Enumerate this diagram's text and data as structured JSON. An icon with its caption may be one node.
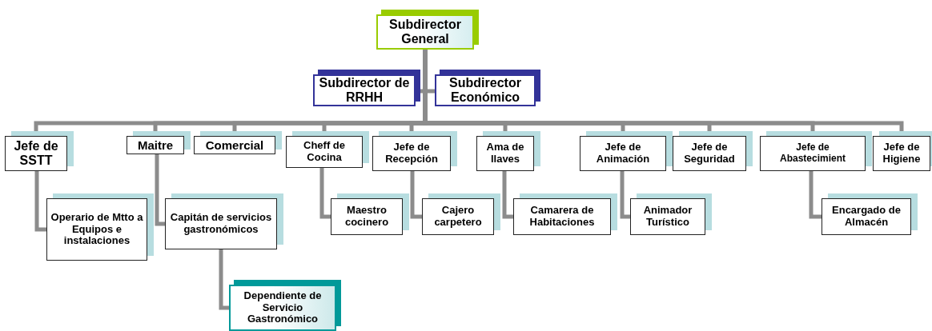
{
  "diagram": {
    "nodes": [
      {
        "text": [
          "Subdirector General"
        ]
      },
      {
        "text": [
          "Subdirector de RRHH"
        ]
      },
      {
        "text": [
          "Subdirector Económico"
        ]
      },
      {
        "text": [
          "Jefe de SSTT"
        ]
      },
      {
        "text": [
          "Maitre"
        ]
      },
      {
        "text": [
          "Comercial"
        ]
      },
      {
        "text": [
          "Cheff de Cocina"
        ]
      },
      {
        "text": [
          "Jefe de Recepción"
        ]
      },
      {
        "text": [
          "Ama de llaves"
        ]
      },
      {
        "text": [
          "Jefe de Animación"
        ]
      },
      {
        "text": [
          "Jefe de Seguridad"
        ]
      },
      {
        "text": [
          "Jefe de Abastecimient"
        ]
      },
      {
        "text": [
          "Jefe de Higiene"
        ]
      },
      {
        "text": [
          "Operario de Mtto a Equipos e instalaciones"
        ]
      },
      {
        "text": [
          "Capitán de servicios gastronómicos"
        ]
      },
      {
        "text": [
          "Dependiente de Servicio Gastronómico"
        ]
      },
      {
        "text": [
          "Maestro cocinero"
        ]
      },
      {
        "text": [
          "Cajero carpetero"
        ]
      },
      {
        "text": [
          "Camarera de Habitaciones"
        ]
      },
      {
        "text": [
          "Animador Turístico"
        ]
      },
      {
        "text": [
          "Encargado de Almacén"
        ]
      }
    ],
    "edges": [
      {
        "from": 0,
        "to": 1,
        "arrow": "none"
      },
      {
        "from": 0,
        "to": 2,
        "arrow": "none"
      },
      {
        "from": 0,
        "to": 3,
        "arrow": "none"
      },
      {
        "from": 0,
        "to": 4,
        "arrow": "none"
      },
      {
        "from": 0,
        "to": 5,
        "arrow": "none"
      },
      {
        "from": 0,
        "to": 6,
        "arrow": "none"
      },
      {
        "from": 0,
        "to": 7,
        "arrow": "none"
      },
      {
        "from": 0,
        "to": 8,
        "arrow": "none"
      },
      {
        "from": 0,
        "to": 9,
        "arrow": "none"
      },
      {
        "from": 0,
        "to": 10,
        "arrow": "none"
      },
      {
        "from": 0,
        "to": 11,
        "arrow": "none"
      },
      {
        "from": 0,
        "to": 12,
        "arrow": "none"
      },
      {
        "from": 3,
        "to": 13,
        "arrow": "none"
      },
      {
        "from": 4,
        "to": 14,
        "arrow": "none"
      },
      {
        "from": 14,
        "to": 15,
        "arrow": "none"
      },
      {
        "from": 6,
        "to": 16,
        "arrow": "none"
      },
      {
        "from": 7,
        "to": 17,
        "arrow": "none"
      },
      {
        "from": 8,
        "to": 18,
        "arrow": "none"
      },
      {
        "from": 9,
        "to": 19,
        "arrow": "none"
      },
      {
        "from": 11,
        "to": 20,
        "arrow": "none"
      }
    ]
  }
}
